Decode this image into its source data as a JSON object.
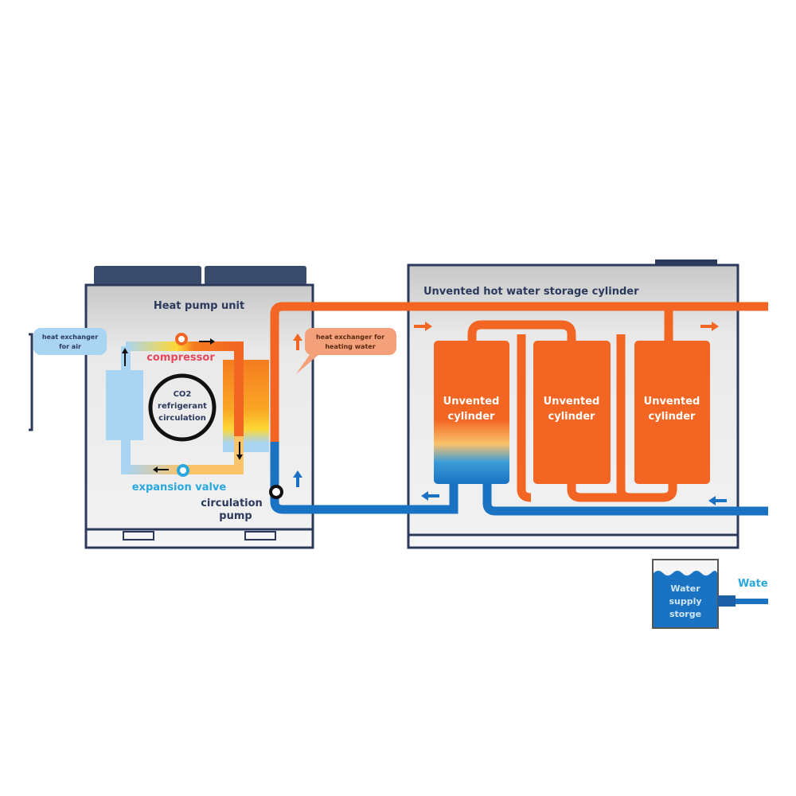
{
  "heat_pump": {
    "title": "Heat pump unit",
    "compressor": "compressor",
    "expansion_valve": "expansion valve",
    "circulation_pump_1": "circulation",
    "circulation_pump_2": "pump",
    "co2_1": "CO2",
    "co2_2": "refrigerant",
    "co2_3": "circulation"
  },
  "callouts": {
    "air_1": "heat exchanger",
    "air_2": "for air",
    "water_1": "heat exchanger for",
    "water_2": "heating water"
  },
  "storage": {
    "title": "Unvented hot water storage cylinder",
    "cylinders": [
      {
        "l1": "Unvented",
        "l2": "cylinder"
      },
      {
        "l1": "Unvented",
        "l2": "cylinder"
      },
      {
        "l1": "Unvented",
        "l2": "cylinder"
      }
    ]
  },
  "supply": {
    "l1": "Water",
    "l2": "supply",
    "l3": "storge",
    "side_label": "Wate"
  },
  "colors": {
    "hot": "#f26522",
    "cold": "#1a73c2",
    "light_blue": "#a9d4f2",
    "navy": "#2b3a5c"
  }
}
